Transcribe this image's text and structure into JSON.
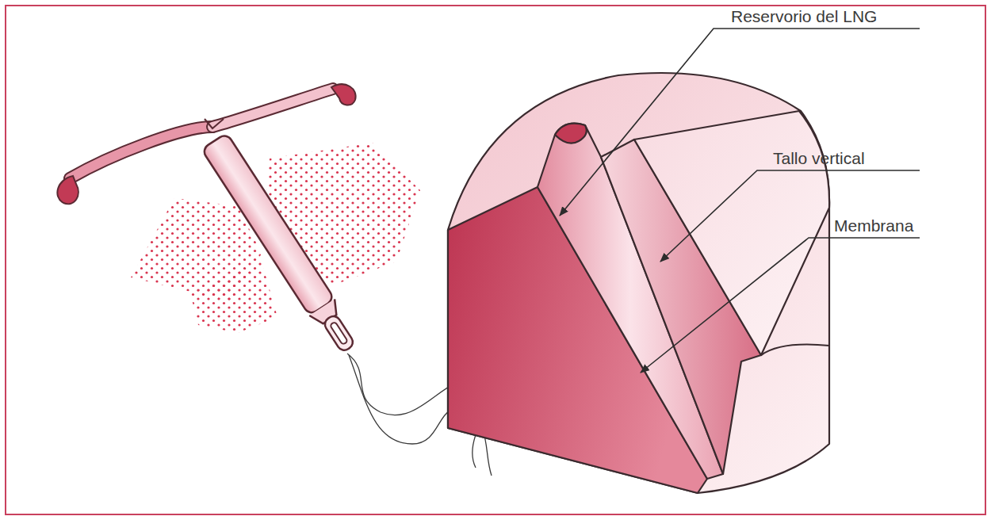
{
  "diagram": {
    "labels": [
      "Reservorio del LNG",
      "Tallo vertical",
      "Membrana"
    ]
  }
}
